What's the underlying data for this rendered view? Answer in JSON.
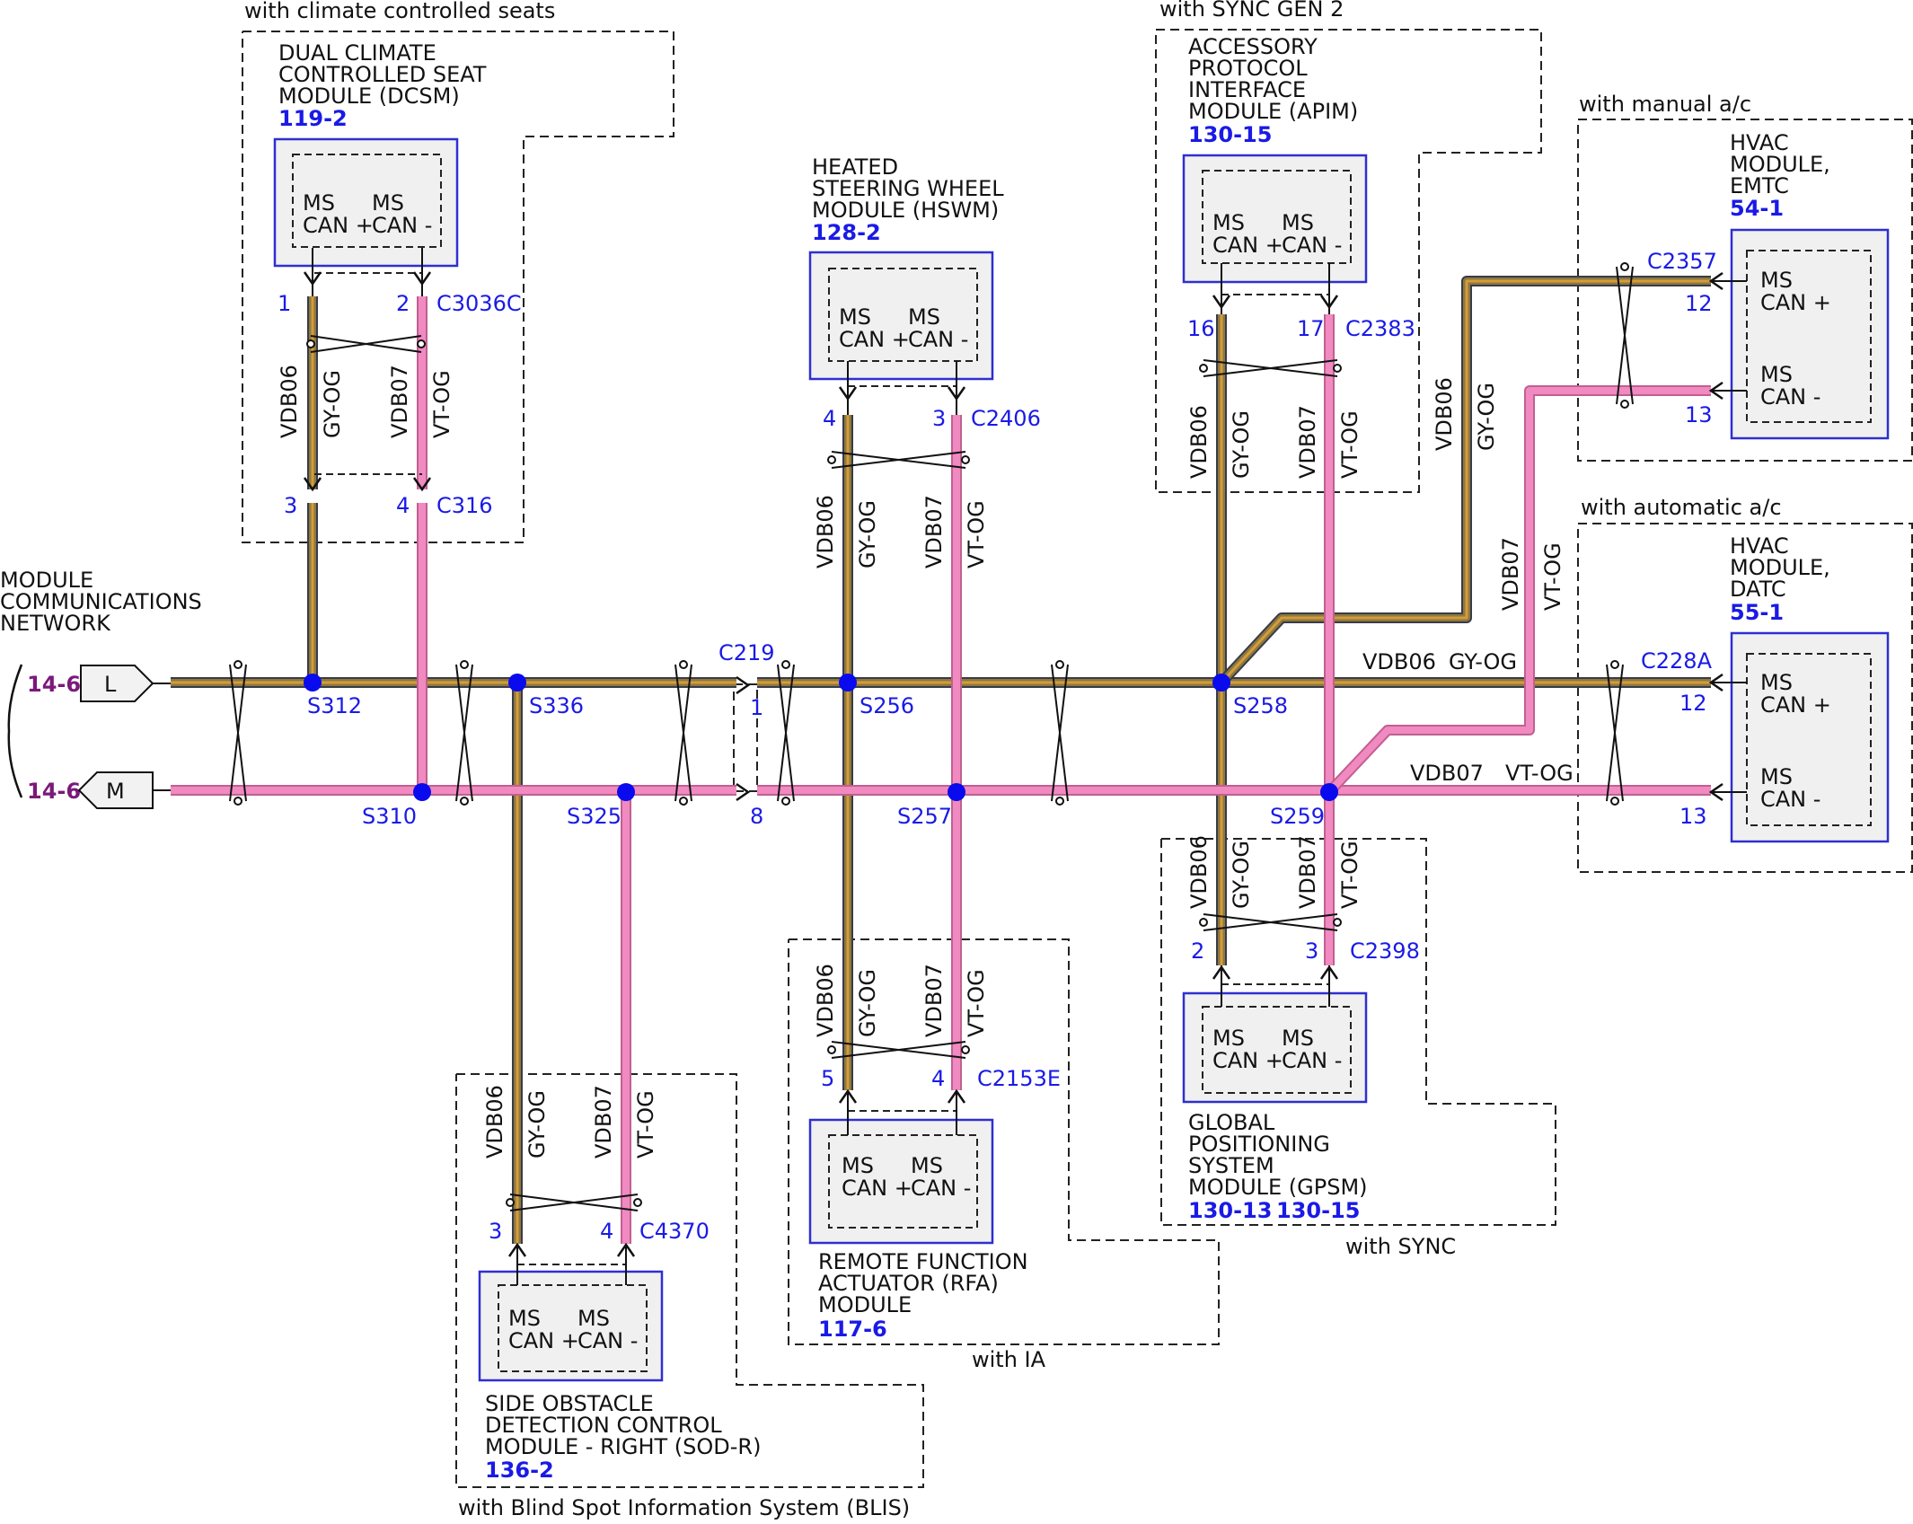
{
  "diagram": {
    "network_title": [
      "MODULE",
      "COMMUNICATIONS",
      "NETWORK"
    ],
    "inputs": [
      {
        "ref": "14-6",
        "letter": "L"
      },
      {
        "ref": "14-6",
        "letter": "M"
      }
    ],
    "groups": {
      "dcsm": "with climate controlled seats",
      "apim": "with SYNC GEN 2",
      "manual": "with manual a/c",
      "auto": "with automatic a/c",
      "rfa": "with IA",
      "gpsm": "with SYNC",
      "blis": "with Blind Spot Information System (BLIS)"
    },
    "modules": {
      "dcsm": {
        "name": [
          "DUAL CLIMATE",
          "CONTROLLED SEAT",
          "MODULE (DCSM)"
        ],
        "ref": "119-2"
      },
      "hswm": {
        "name": [
          "HEATED",
          "STEERING WHEEL",
          "MODULE (HSWM)"
        ],
        "ref": "128-2"
      },
      "apim": {
        "name": [
          "ACCESSORY",
          "PROTOCOL",
          "INTERFACE",
          "MODULE (APIM)"
        ],
        "ref": "130-15"
      },
      "emtc": {
        "name": [
          "HVAC",
          "MODULE,",
          "EMTC"
        ],
        "ref": "54-1"
      },
      "datc": {
        "name": [
          "HVAC",
          "MODULE,",
          "DATC"
        ],
        "ref": "55-1"
      },
      "rfa": {
        "name": [
          "REMOTE FUNCTION",
          "ACTUATOR (RFA)",
          "MODULE"
        ],
        "ref": "117-6"
      },
      "gpsm": {
        "name": [
          "GLOBAL",
          "POSITIONING",
          "SYSTEM",
          "MODULE (GPSM)"
        ],
        "ref": "130-13",
        "ref2": "130-15"
      },
      "sodr": {
        "name": [
          "SIDE OBSTACLE",
          "DETECTION CONTROL",
          "MODULE - RIGHT (SOD-R)"
        ],
        "ref": "136-2"
      }
    },
    "pin_labels": {
      "ms": "MS",
      "can_plus": "CAN +",
      "can_minus": "CAN -"
    },
    "connectors": {
      "c3036c": "C3036C",
      "c316": "C316",
      "c2406": "C2406",
      "c2383": "C2383",
      "c2357": "C2357",
      "c228a": "C228A",
      "c219": "C219",
      "c2398": "C2398",
      "c2153e": "C2153E",
      "c4370": "C4370"
    },
    "pins": {
      "dcsm_a": "1",
      "dcsm_b": "2",
      "c316_a": "3",
      "c316_b": "4",
      "hswm_a": "4",
      "hswm_b": "3",
      "apim_a": "16",
      "apim_b": "17",
      "emtc_a": "12",
      "emtc_b": "13",
      "datc_a": "12",
      "datc_b": "13",
      "c219_a": "1",
      "c219_b": "8",
      "gpsm_a": "2",
      "gpsm_b": "3",
      "rfa_a": "5",
      "rfa_b": "4",
      "sodr_a": "3",
      "sodr_b": "4"
    },
    "splices": {
      "s312": "S312",
      "s336": "S336",
      "s256": "S256",
      "s258": "S258",
      "s310": "S310",
      "s325": "S325",
      "s257": "S257",
      "s259": "S259"
    },
    "wires": {
      "vdb06": "VDB06",
      "gy_og": "GY-OG",
      "vdb07": "VDB07",
      "vt_og": "VT-OG"
    },
    "colors": {
      "gy_og": "#8a7a3e",
      "vt_og": "#f08ac0",
      "splice": "#0a0aee",
      "module_border": "#2f2fd0"
    }
  }
}
